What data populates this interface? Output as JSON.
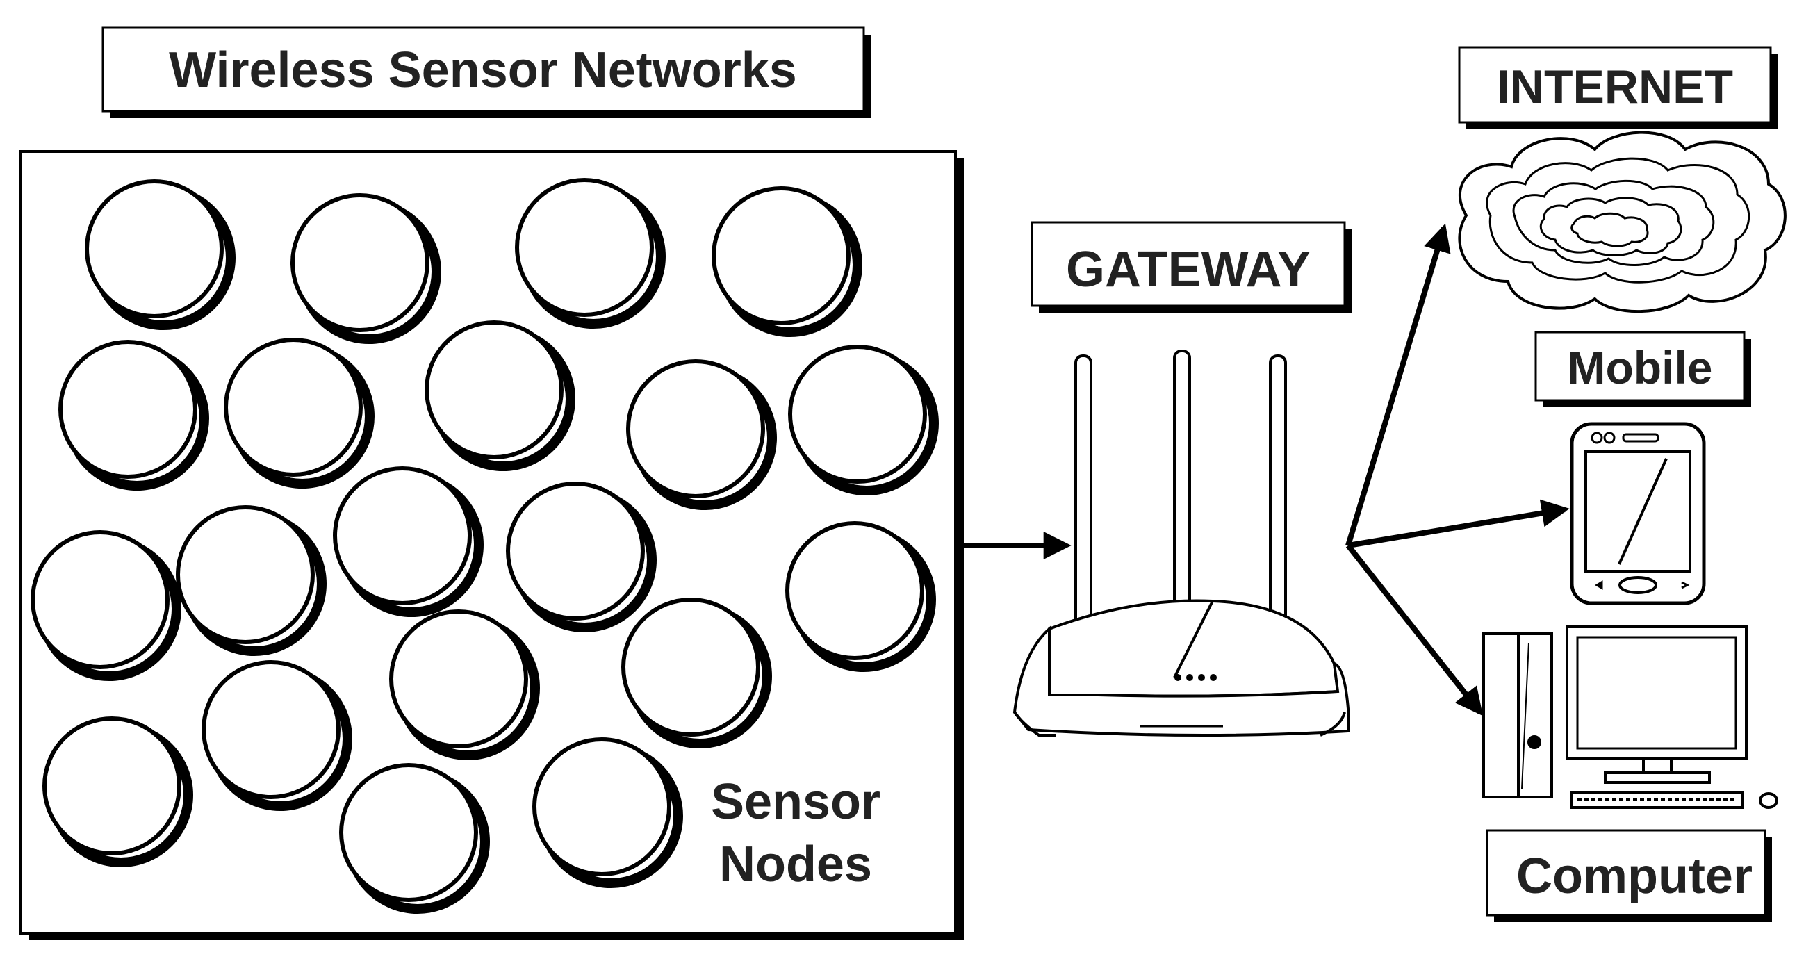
{
  "title": "Wireless Sensor Networks",
  "sensor_label": {
    "line1": "Sensor",
    "line2": "Nodes"
  },
  "gateway_label": "GATEWAY",
  "internet_label": "INTERNET",
  "mobile_label": "Mobile",
  "computer_label": "Computer",
  "sensor_node_count": 20,
  "colors": {
    "ink": "#000000",
    "text": "#222222",
    "background": "#ffffff",
    "shadow": "#000000"
  },
  "icons": {
    "gateway": "wifi-router-icon",
    "internet": "cloud-icon",
    "mobile": "smartphone-icon",
    "computer": "desktop-computer-icon"
  }
}
